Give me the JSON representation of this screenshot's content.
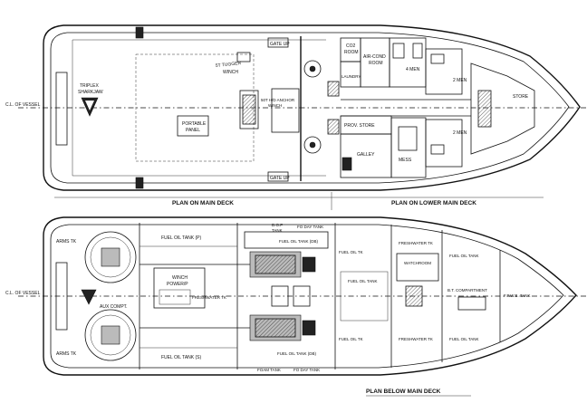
{
  "plans": {
    "main_deck_title": "PLAN ON MAIN DECK",
    "lower_deck_title": "PLAN ON LOWER MAIN DECK",
    "below_deck_title": "PLAN BELOW MAIN DECK",
    "centerline_label": "C.L. OF VESSEL"
  },
  "main_deck": {
    "triplex": "TRIPLEX",
    "sharkjaw": "SHARKJAW",
    "portable": "PORTABLE",
    "panel": "PANEL",
    "gate_upper": "GATE UP",
    "gate_lower": "GATE UP",
    "tugger": "5T TUGGER",
    "winch": "WINCH",
    "anchor": "50T H/D ANCHOR",
    "winch2": "WINCH"
  },
  "lower_deck": {
    "co2": "CO2",
    "co2_room": "ROOM",
    "aircond": "AIR-COND",
    "aircond_room": "ROOM",
    "laundry": "LAUNDRY",
    "men_a": "4 MEN",
    "men_b": "2 MEN",
    "men_c": "2 MEN",
    "store": "STORE",
    "prov_store": "PROV. STORE",
    "galley": "GALLEY",
    "mess": "MESS"
  },
  "below_deck": {
    "arms_tk_top": "ARMS TK",
    "arms_tk_bot": "ARMS TK",
    "aux_compt": "AUX COMPT.",
    "winch_power": "WINCH",
    "winch_power2": "POWER/P",
    "freshwater_mid": "FRESHWATER TK",
    "fuel_p_top": "FUEL OIL TANK (P)",
    "fuel_s_bot": "FUEL OIL TANK (S)",
    "dop_tank": "D.O.P",
    "dop_tank2": "TANK",
    "fo_day_tank_top": "FO DAY TANK",
    "fuel_db_top": "FUEL OIL TANK (DB)",
    "fuel_db_bot": "FUEL OIL TANK (DB)",
    "fuel_tank_r1": "FUEL OIL TK",
    "fuel_tank_r2": "FUEL OIL TK",
    "fuel_tank_mid": "FUEL OIL TANK",
    "freshwater_top": "FRESHWATER TK",
    "freshwater_bot": "FRESHWATER TK",
    "watchroom": "WATCHROOM",
    "fuel_tank_fwd_top": "FUEL OIL TANK",
    "fuel_tank_fwd_bot": "FUEL OIL TANK",
    "bt_compartment": "B.T. COMPARTMENT",
    "fpwb_tank": "F.P.W.B. TANK",
    "bottom_tank": "FOAM TANK",
    "fo_day_tank_bot": "FO DAY TANK"
  }
}
